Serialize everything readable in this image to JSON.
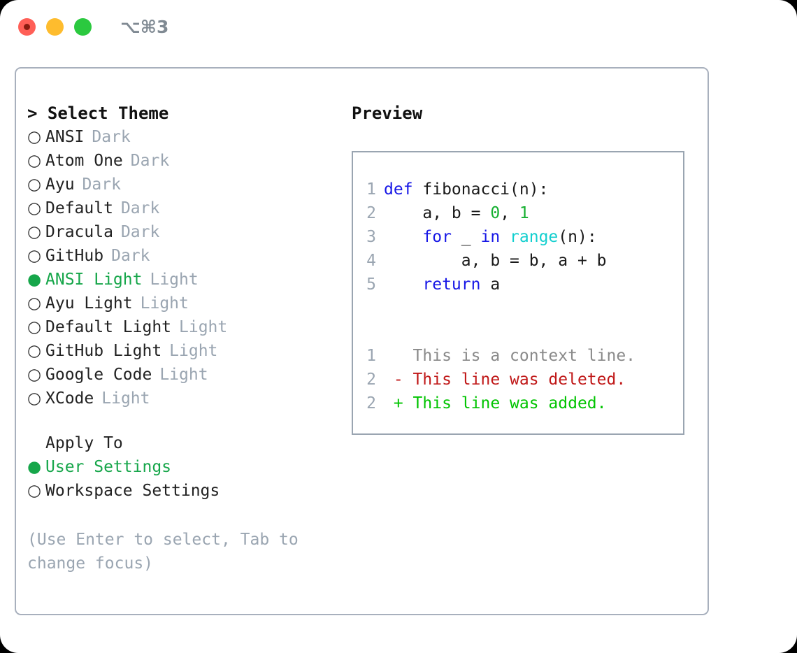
{
  "window": {
    "shortcut": "⌥⌘3",
    "traffic_lights": [
      "close",
      "minimize",
      "maximize"
    ],
    "colors": {
      "close": "#ff5f57",
      "minimize": "#febc2e",
      "maximize": "#2bc93f",
      "accent_green": "#16a64a",
      "muted": "#9aa5b1",
      "border": "#a8b0bd"
    }
  },
  "theme_panel": {
    "title": "> Select Theme",
    "bullet_selected": "●",
    "bullet_unselected": "○",
    "themes": [
      {
        "name": "ANSI",
        "kind": "Dark",
        "selected": false
      },
      {
        "name": "Atom One",
        "kind": "Dark",
        "selected": false
      },
      {
        "name": "Ayu",
        "kind": "Dark",
        "selected": false
      },
      {
        "name": "Default",
        "kind": "Dark",
        "selected": false
      },
      {
        "name": "Dracula",
        "kind": "Dark",
        "selected": false
      },
      {
        "name": "GitHub",
        "kind": "Dark",
        "selected": false
      },
      {
        "name": "ANSI Light",
        "kind": "Light",
        "selected": true
      },
      {
        "name": "Ayu Light",
        "kind": "Light",
        "selected": false
      },
      {
        "name": "Default Light",
        "kind": "Light",
        "selected": false
      },
      {
        "name": "GitHub Light",
        "kind": "Light",
        "selected": false
      },
      {
        "name": "Google Code",
        "kind": "Light",
        "selected": false
      },
      {
        "name": "XCode",
        "kind": "Light",
        "selected": false
      }
    ],
    "apply_to": {
      "title": "Apply To",
      "options": [
        {
          "name": "User Settings",
          "selected": true
        },
        {
          "name": "Workspace Settings",
          "selected": false
        }
      ]
    },
    "hint": "(Use Enter to select, Tab to change focus)"
  },
  "preview_panel": {
    "title": "Preview",
    "code": [
      {
        "num": "1",
        "tokens": [
          {
            "t": "def ",
            "c": "kw"
          },
          {
            "t": "fibonacci(n):",
            "c": "code-txt"
          }
        ]
      },
      {
        "num": "2",
        "tokens": [
          {
            "t": "    a, b = ",
            "c": "code-txt"
          },
          {
            "t": "0",
            "c": "num"
          },
          {
            "t": ", ",
            "c": "code-txt"
          },
          {
            "t": "1",
            "c": "num"
          }
        ]
      },
      {
        "num": "3",
        "tokens": [
          {
            "t": "    ",
            "c": "code-txt"
          },
          {
            "t": "for ",
            "c": "kw"
          },
          {
            "t": "_ ",
            "c": "code-txt"
          },
          {
            "t": "in ",
            "c": "kw"
          },
          {
            "t": "range",
            "c": "fn"
          },
          {
            "t": "(n):",
            "c": "code-txt"
          }
        ]
      },
      {
        "num": "4",
        "tokens": [
          {
            "t": "        a, b = b, a + b",
            "c": "code-txt"
          }
        ]
      },
      {
        "num": "5",
        "tokens": [
          {
            "t": "    ",
            "c": "code-txt"
          },
          {
            "t": "return ",
            "c": "kw"
          },
          {
            "t": "a",
            "c": "code-txt"
          }
        ]
      }
    ],
    "diff": [
      {
        "num": "1",
        "marker": "  ",
        "text": "This is a context line.",
        "cls": "diff-ctx"
      },
      {
        "num": "2",
        "marker": "- ",
        "text": "This line was deleted.",
        "cls": "diff-del"
      },
      {
        "num": "2",
        "marker": "+ ",
        "text": "This line was added.",
        "cls": "diff-add"
      }
    ]
  }
}
